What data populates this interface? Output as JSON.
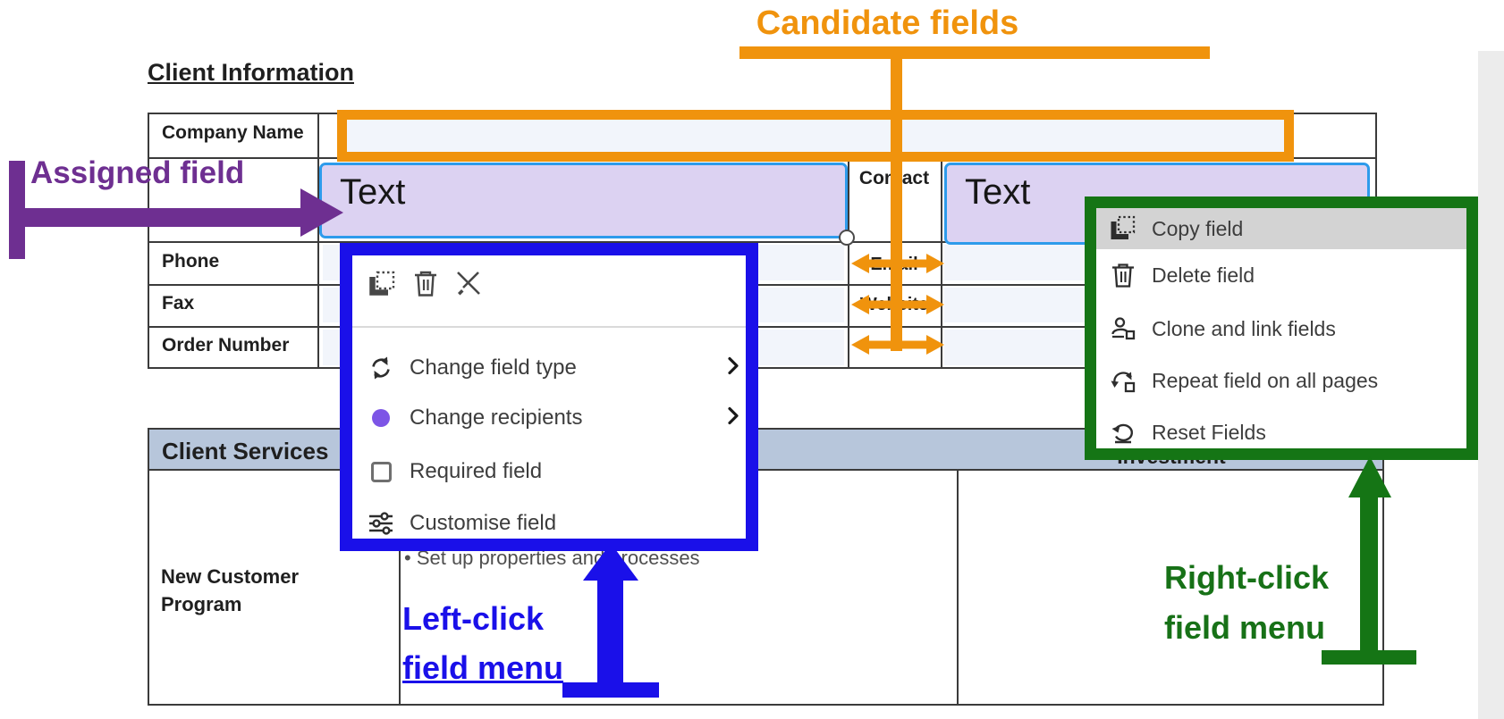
{
  "annotations": {
    "candidate": {
      "label": "Candidate fields",
      "color": "#F0930D"
    },
    "assigned": {
      "label": "Assigned field",
      "color": "#6E2F91"
    },
    "left_click": {
      "line1": "Left-click",
      "line2": "field menu",
      "color": "#1A10E9"
    },
    "right_click": {
      "line1": "Right-click",
      "line2": "field menu",
      "color": "#177117"
    }
  },
  "document": {
    "heading": "Client Information",
    "field_value": "Text",
    "info_table": {
      "row_labels": [
        "Company Name",
        "Phone",
        "Fax",
        "Order Number"
      ],
      "contact_header": "Contact",
      "contact_rows": [
        "Email",
        "Website"
      ]
    },
    "services_table": {
      "title": "Client Services",
      "investment_header": "Investment",
      "program_label": "New Customer Program",
      "program_note": "• Set up properties and processes"
    }
  },
  "left_click_menu": {
    "items": [
      {
        "icon": "refresh-icon",
        "label": "Change field type",
        "submenu": true
      },
      {
        "icon": "recipient-dot-icon",
        "label": "Change recipients",
        "submenu": true
      },
      {
        "icon": "checkbox-icon",
        "label": "Required field",
        "submenu": false
      },
      {
        "icon": "sliders-icon",
        "label": "Customise field",
        "submenu": false
      }
    ]
  },
  "right_click_menu": {
    "items": [
      {
        "icon": "copy-field-icon",
        "label": "Copy field",
        "highlighted": true
      },
      {
        "icon": "trash-icon",
        "label": "Delete field"
      },
      {
        "icon": "clone-icon",
        "label": "Clone and link fields"
      },
      {
        "icon": "repeat-icon",
        "label": "Repeat field on all pages"
      },
      {
        "icon": "reset-icon",
        "label": "Reset Fields"
      }
    ]
  },
  "field_colors": {
    "assigned_fill": "#DCD2F2",
    "assigned_border": "#2E9BEB",
    "candidate_fill": "#F2F5FB",
    "table_header_fill": "#B7C6DB"
  }
}
